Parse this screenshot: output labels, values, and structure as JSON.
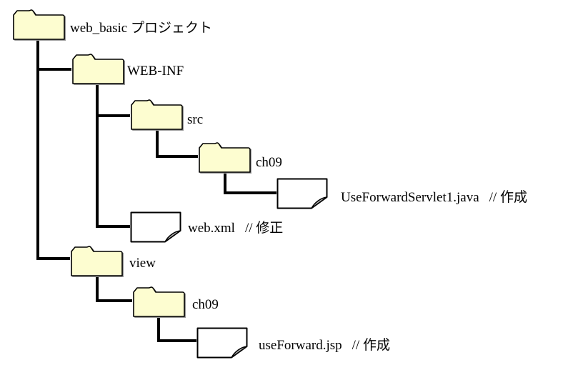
{
  "diagram": {
    "title": "web_basic project folder tree",
    "background": "#ffffff",
    "colors": {
      "folder_fill": "#FDFDD0",
      "folder_stroke": "#000000",
      "folder_shadow": "#999999",
      "file_fill": "#ffffff",
      "file_fold": "#b8b8b8",
      "connector": "#000000",
      "text": "#000000"
    },
    "nodes": [
      {
        "id": "root",
        "type": "folder",
        "parent": null,
        "label": "web_basic プロジェクト",
        "comment": ""
      },
      {
        "id": "web_inf",
        "type": "folder",
        "parent": "root",
        "label": "WEB-INF",
        "comment": ""
      },
      {
        "id": "src",
        "type": "folder",
        "parent": "web_inf",
        "label": "src",
        "comment": ""
      },
      {
        "id": "src_ch09",
        "type": "folder",
        "parent": "src",
        "label": "ch09",
        "comment": ""
      },
      {
        "id": "servlet_java",
        "type": "file",
        "parent": "src_ch09",
        "label": "UseForwardServlet1.java",
        "comment": "// 作成"
      },
      {
        "id": "web_xml",
        "type": "file",
        "parent": "web_inf",
        "label": "web.xml",
        "comment": "// 修正"
      },
      {
        "id": "view",
        "type": "folder",
        "parent": "root",
        "label": "view",
        "comment": ""
      },
      {
        "id": "view_ch09",
        "type": "folder",
        "parent": "view",
        "label": "ch09",
        "comment": ""
      },
      {
        "id": "useforward_jsp",
        "type": "file",
        "parent": "view_ch09",
        "label": "useForward.jsp",
        "comment": "// 作成"
      }
    ]
  }
}
